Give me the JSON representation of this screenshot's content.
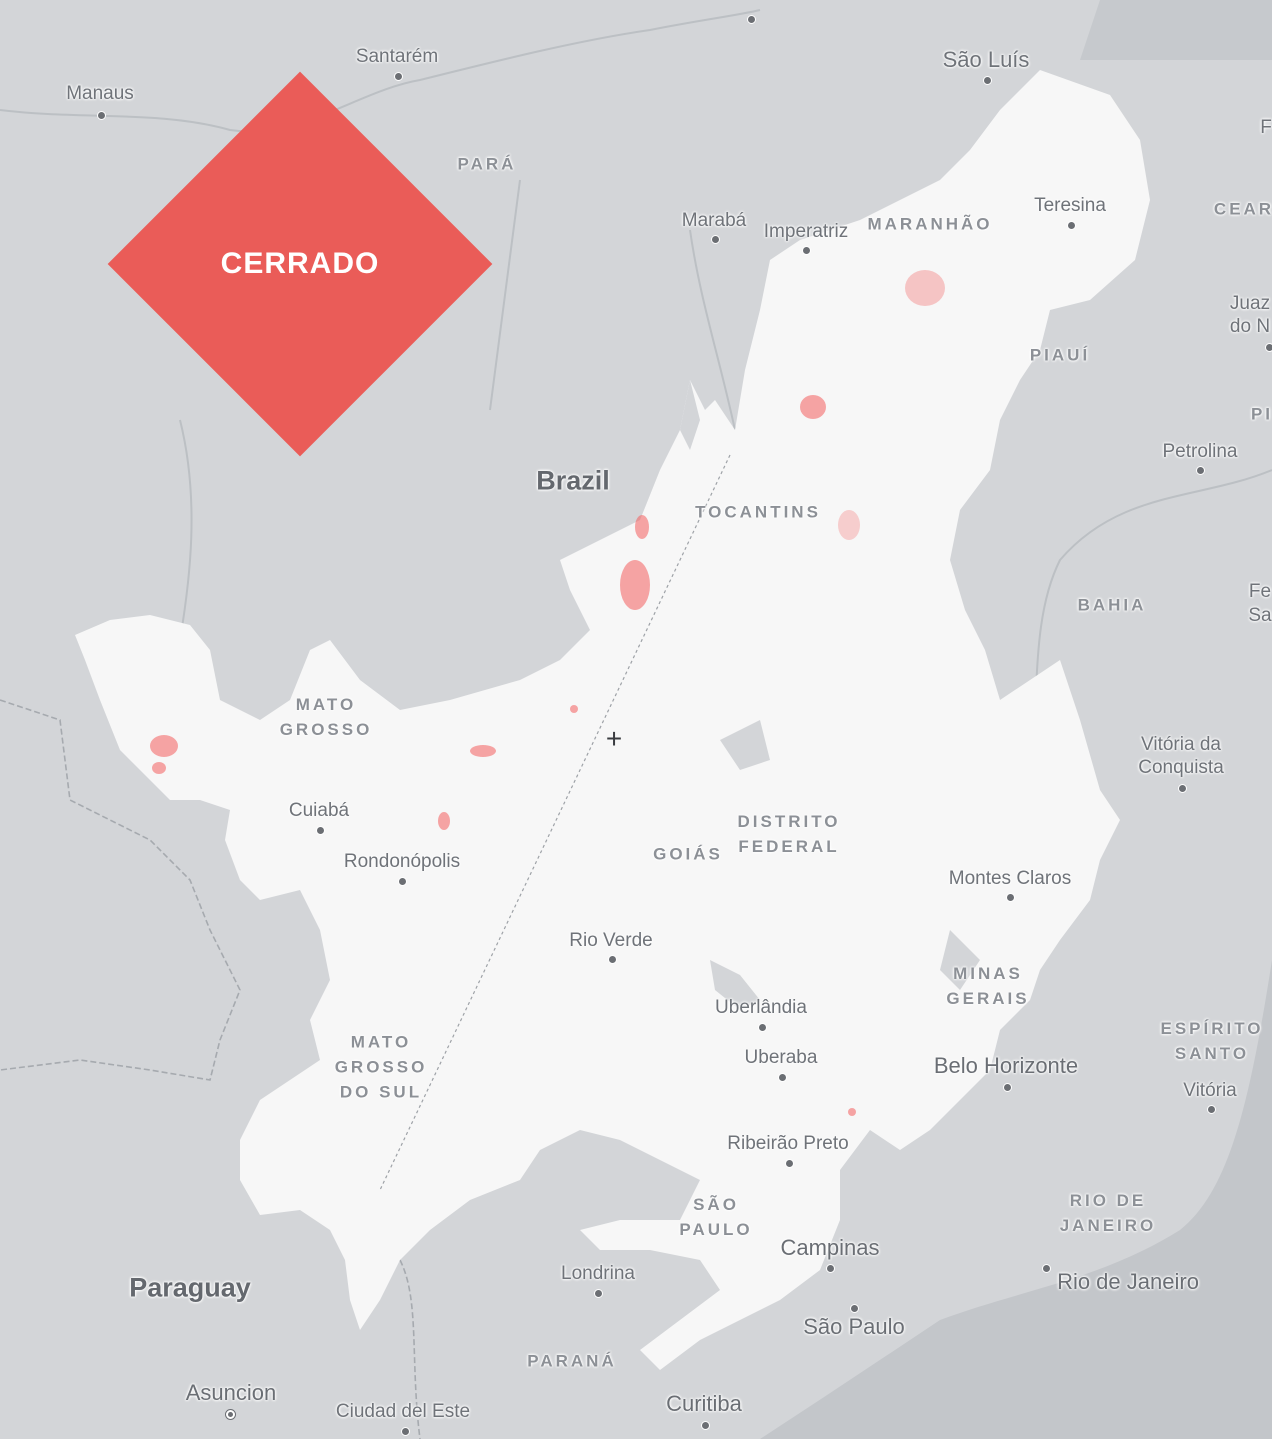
{
  "map": {
    "badge_label": "CERRADO",
    "crosshair_glyph": "+",
    "colors": {
      "background": "#d3d5d8",
      "ocean": "#c3c6ca",
      "biome_fill": "#f7f7f7",
      "deforestation_hotspot": "#f45f5f",
      "badge": "#ea5c58"
    },
    "countries": {
      "brazil": "Brazil",
      "paraguay": "Paraguay"
    },
    "states": {
      "para": "PARÁ",
      "maranhao": "MARANHÃO",
      "piaui": "PIAUÍ",
      "tocantins": "TOCANTINS",
      "bahia": "BAHIA",
      "mato_grosso": "MATO\nGROSSO",
      "goias": "GOIÁS",
      "distrito_federal": "DISTRITO\nFEDERAL",
      "minas_gerais": "MINAS\nGERAIS",
      "mato_grosso_do_sul": "MATO\nGROSSO\nDO SUL",
      "espirito_santo": "ESPÍRITO\nSANTO",
      "rio_de_janeiro_state": "RIO DE\nJANEIRO",
      "sao_paulo_state": "SÃO\nPAULO",
      "parana": "PARANÁ",
      "ceara_partial": "CEAR"
    },
    "cities": {
      "manaus": "Manaus",
      "santarem": "Santarém",
      "sao_luis": "São Luís",
      "maraba": "Marabá",
      "imperatriz": "Imperatriz",
      "teresina": "Teresina",
      "juazeiro_partial_1": "Juaz",
      "juazeiro_partial_2": "do N",
      "petrolina": "Petrolina",
      "cuiaba": "Cuiabá",
      "rondonopolis": "Rondonópolis",
      "rio_verde": "Rio Verde",
      "montes_claros": "Montes Claros",
      "vitoria_da_conquista_1": "Vitória da",
      "vitoria_da_conquista_2": "Conquista",
      "uberlandia": "Uberlândia",
      "uberaba": "Uberaba",
      "belo_horizonte": "Belo Horizonte",
      "vitoria": "Vitória",
      "ribeirao_preto": "Ribeirão Preto",
      "campinas": "Campinas",
      "londrina": "Londrina",
      "rio_de_janeiro": "Rio de Janeiro",
      "sao_paulo": "São Paulo",
      "curitiba": "Curitiba",
      "asuncion": "Asuncion",
      "ciudad_del_este": "Ciudad del Este"
    },
    "edge_fragments": {
      "right_top": "F",
      "right_pi": "PI",
      "right_fe": "Fe",
      "right_sa": "Sa"
    }
  }
}
